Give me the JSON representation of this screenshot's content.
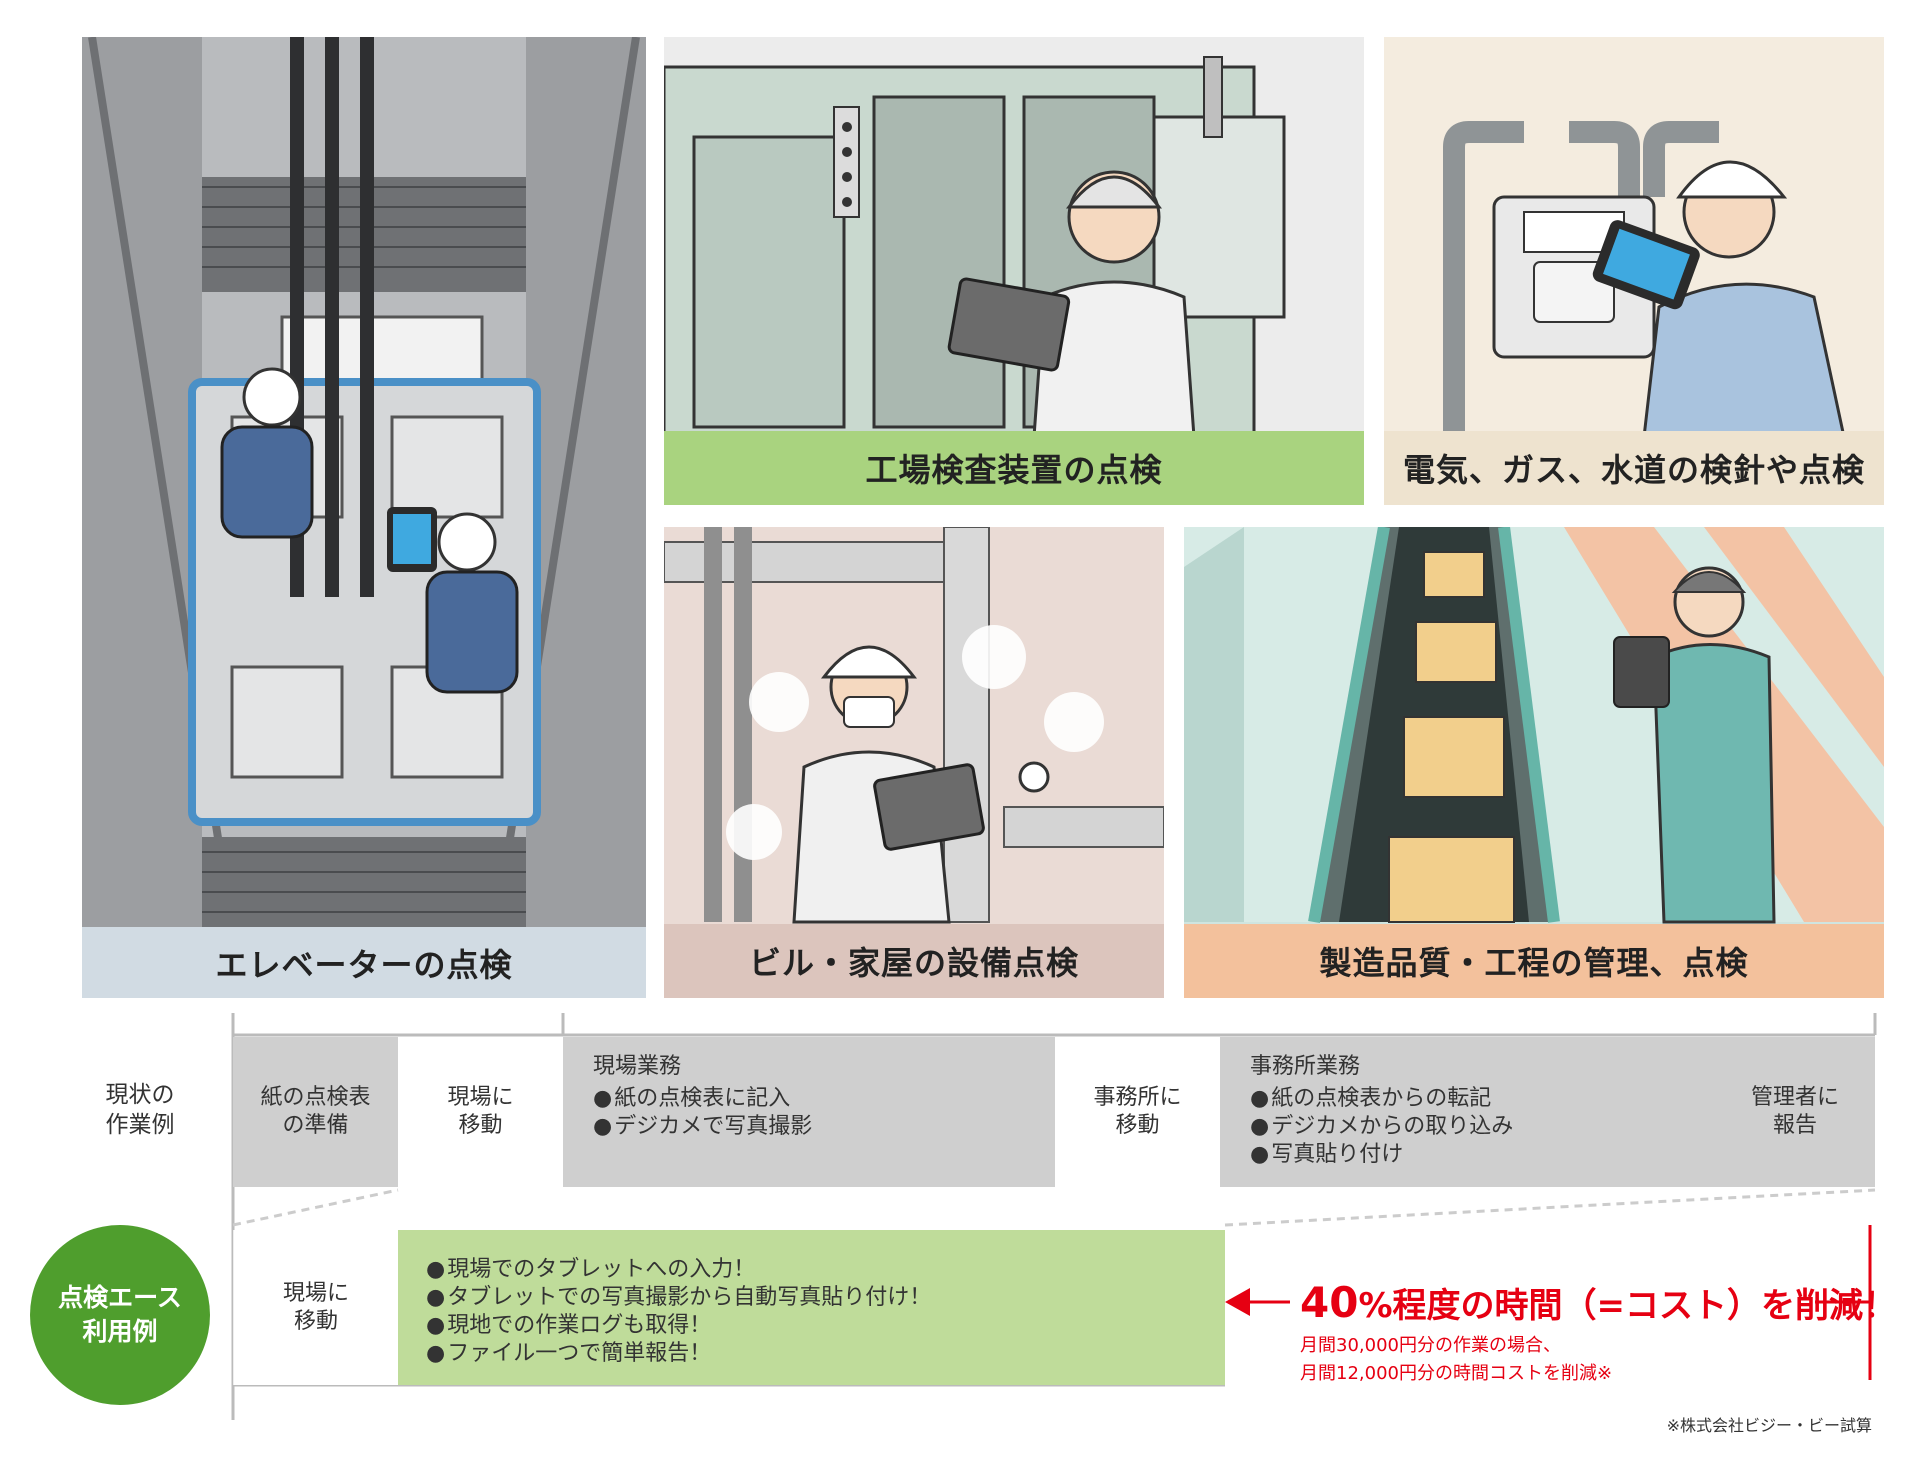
{
  "panels": {
    "elevator": {
      "caption": "エレベーターの点検",
      "caption_bg": "#d1dbe3"
    },
    "factory": {
      "caption": "工場検査装置の点検",
      "caption_bg": "#a9d37f"
    },
    "meter": {
      "caption": "電気、ガス、水道の検針や点検",
      "caption_bg": "#eee3cf"
    },
    "building": {
      "caption": "ビル・家屋の設備点検",
      "caption_bg": "#dcc5bd"
    },
    "manufacturing": {
      "caption": "製造品質・工程の管理、点検",
      "caption_bg": "#f3c19c"
    }
  },
  "flow": {
    "current_label_1": "現状の",
    "current_label_2": "作業例",
    "current": [
      {
        "line1": "紙の点検表",
        "line2": "の準備"
      },
      {
        "line1": "現場に",
        "line2": "移動"
      },
      {
        "title": "現場業務",
        "items": [
          "紙の点検表に記入",
          "デジカメで写真撮影"
        ]
      },
      {
        "line1": "事務所に",
        "line2": "移動"
      },
      {
        "title": "事務所業務",
        "items": [
          "紙の点検表からの転記",
          "デジカメからの取り込み",
          "写真貼り付け"
        ]
      },
      {
        "line1": "管理者に",
        "line2": "報告"
      }
    ],
    "ace_label_1": "点検エース",
    "ace_label_2": "利用例",
    "ace": {
      "move_line1": "現場に",
      "move_line2": "移動",
      "items": [
        "現場でのタブレットへの入力！",
        "タブレットでの写真撮影から自動写真貼り付け！",
        "現地での作業ログも取得！",
        "ファイル一つで簡単報告！"
      ]
    },
    "reduction": {
      "percent": "40",
      "headline_rest": "%程度の時間（=コスト）を削減！",
      "sub_1": "月間30,000円分の作業の場合、",
      "sub_2": "月間12,000円分の時間コストを削減※"
    },
    "footnote": "※株式会社ビジー・ビー試算"
  },
  "colors": {
    "accent_red": "#e60012",
    "ace_green": "#4f9e2d",
    "flow_green": "#bfdc9a",
    "flow_gray": "#cfcfcf"
  }
}
